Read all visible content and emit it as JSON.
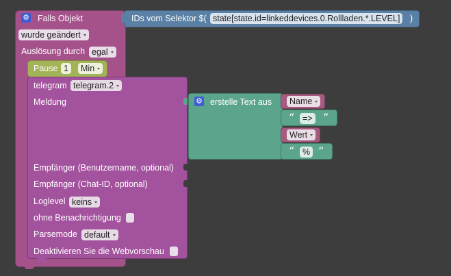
{
  "trigger": {
    "title": "Falls Objekt",
    "changed_option": "wurde geändert",
    "trigger_label": "Auslösung durch",
    "trigger_option": "egal"
  },
  "selector": {
    "label": "IDs vom Selektor $(",
    "value": "state[state.id=linkeddevices.0.Rollladen.*.LEVEL]",
    "close": ")"
  },
  "pause": {
    "label": "Pause",
    "value": "1",
    "unit": "Min"
  },
  "telegram": {
    "label": "telegram",
    "instance": "telegram.2",
    "message_label": "Meldung",
    "recipient_user_label": "Empfänger (Benutzername, optional)",
    "recipient_chat_label": "Empfänger (Chat-ID, optional)",
    "loglevel_label": "Loglevel",
    "loglevel_value": "keins",
    "silent_label": "ohne Benachrichtigung",
    "parsemode_label": "Parsemode",
    "parsemode_value": "default",
    "disable_preview_label": "Deaktivieren Sie die Webvorschau"
  },
  "text_join": {
    "label": "erstelle Text aus",
    "items": [
      {
        "type": "variable",
        "value": "Name"
      },
      {
        "type": "string",
        "value": "=>"
      },
      {
        "type": "variable",
        "value": "Wert"
      },
      {
        "type": "string",
        "value": "%"
      }
    ]
  },
  "colors": {
    "event": "#a5528b",
    "selector": "#5b80a5",
    "pause": "#a3b357",
    "telegram": "#a3529d",
    "text": "#5ba58c",
    "variable": "#a55b80",
    "gear": "#3f5cd6"
  },
  "icons": {
    "gear": "gear-icon"
  }
}
